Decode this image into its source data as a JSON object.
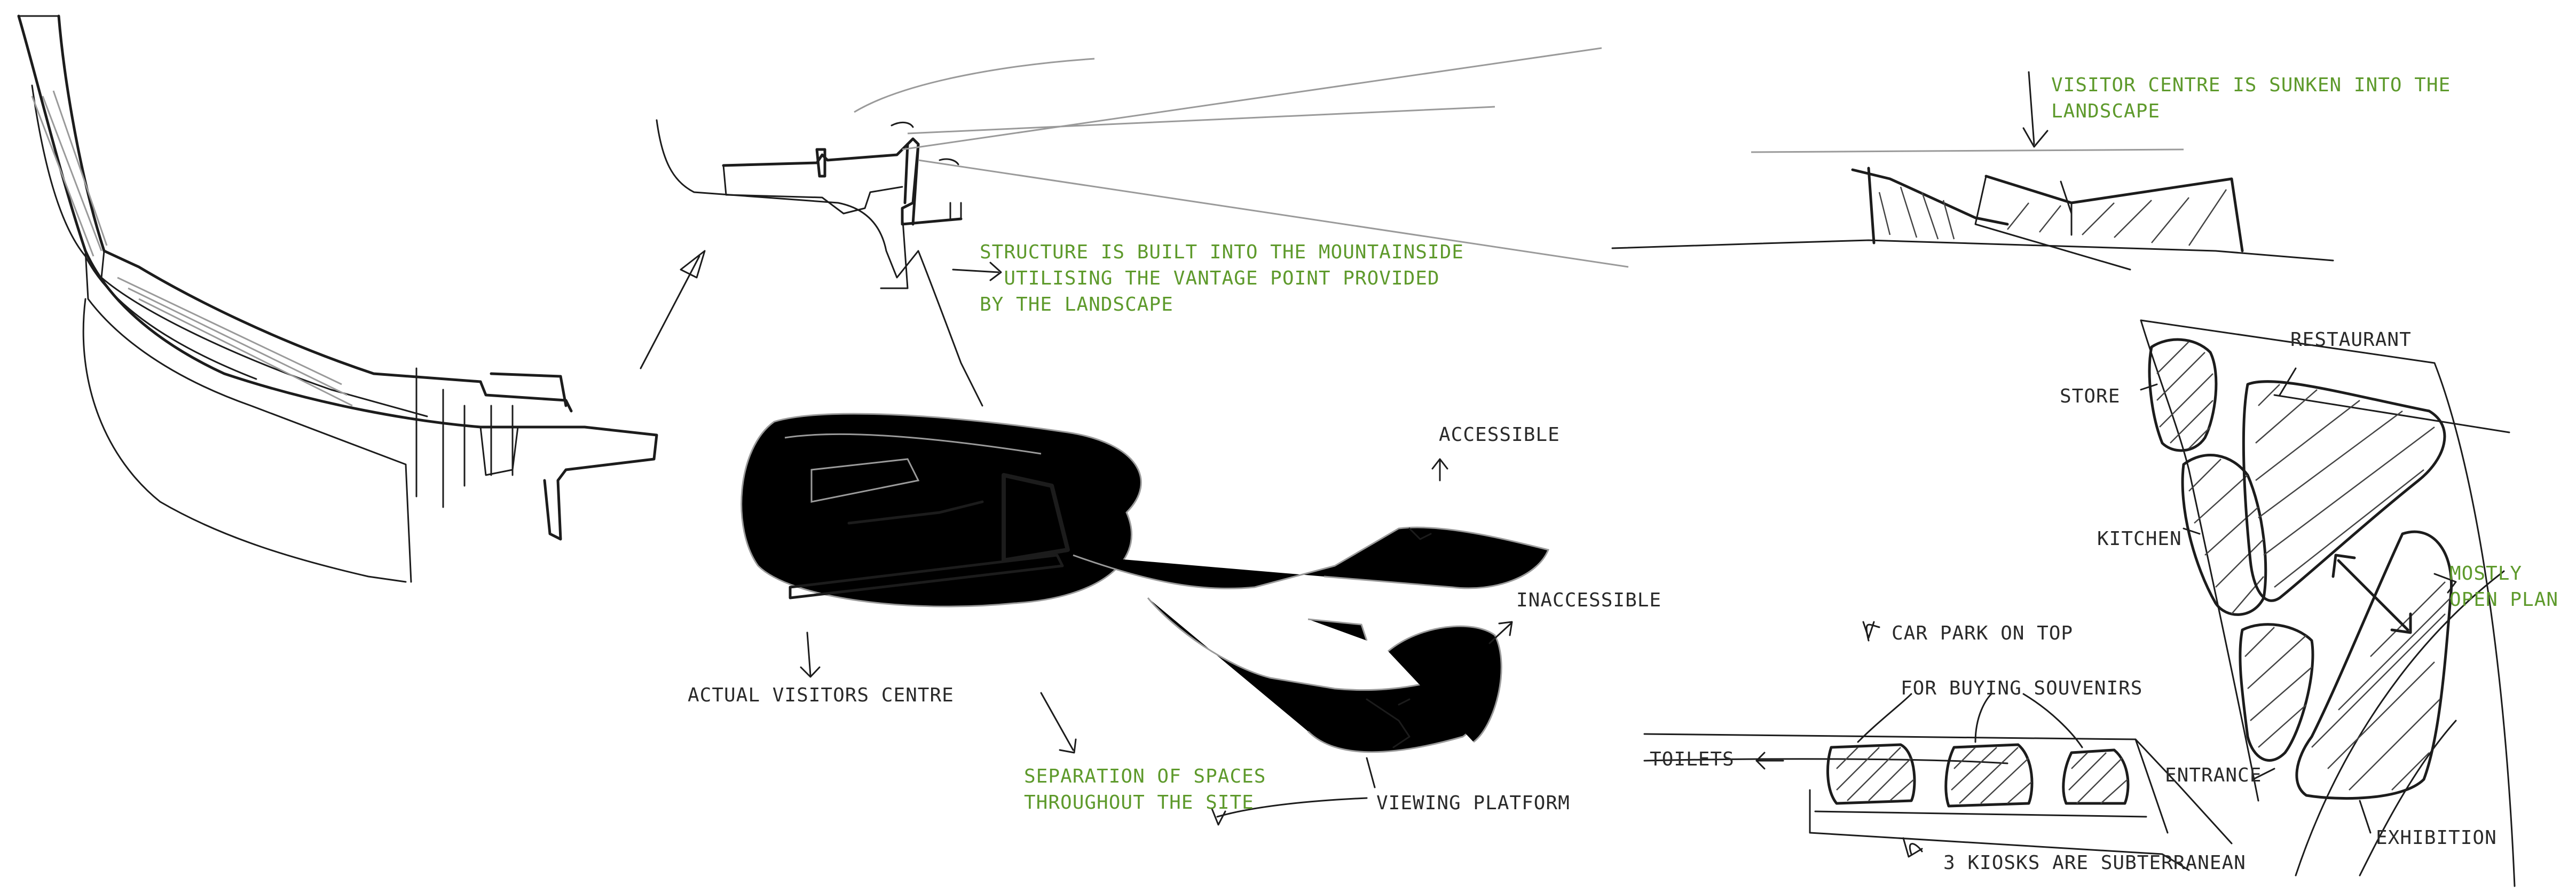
{
  "annotations": {
    "structure_built_into": "STRUCTURE IS BUILT INTO THE MOUNTAINSIDE\n  UTILISING THE VANTAGE POINT PROVIDED\nBY THE LANDSCAPE",
    "accessible": "ACCESSIBLE",
    "inaccessible": "INACCESSIBLE",
    "actual_visitors_centre": "ACTUAL VISITORS CENTRE",
    "separation_of_spaces": "SEPARATION OF SPACES\nTHROUGHOUT THE SITE",
    "viewing_platform": "VIEWING PLATFORM",
    "visitor_centre_sunken": "VISITOR CENTRE IS SUNKEN INTO THE\nLANDSCAPE",
    "restaurant": "RESTAURANT",
    "store": "STORE",
    "kitchen": "KITCHEN",
    "mostly_open_plan": "MOSTLY\nOPEN PLAN",
    "car_park_on_top": "CAR PARK ON TOP",
    "for_buying_souvenirs": "FOR BUYING SOUVENIRS",
    "toilets": "TOILETS",
    "entrance": "ENTRANCE",
    "exhibition": "EXHIBITION",
    "three_kiosks": "3 KIOSKS ARE SUBTERRANEAN"
  },
  "colors": {
    "ink": "#1c1c1c",
    "label_black": "#2a2a2a",
    "label_green": "#5e9a2c",
    "background": "#ffffff"
  }
}
